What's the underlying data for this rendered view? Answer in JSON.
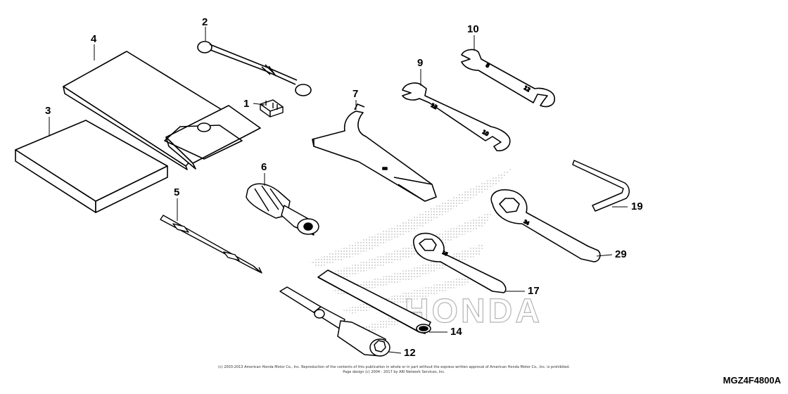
{
  "diagram": {
    "callouts": [
      {
        "id": "1",
        "label": "1"
      },
      {
        "id": "2",
        "label": "2"
      },
      {
        "id": "3",
        "label": "3"
      },
      {
        "id": "4",
        "label": "4"
      },
      {
        "id": "5",
        "label": "5"
      },
      {
        "id": "6",
        "label": "6"
      },
      {
        "id": "7",
        "label": "7"
      },
      {
        "id": "9",
        "label": "9"
      },
      {
        "id": "10",
        "label": "10"
      },
      {
        "id": "12",
        "label": "12"
      },
      {
        "id": "14",
        "label": "14"
      },
      {
        "id": "17",
        "label": "17"
      },
      {
        "id": "19",
        "label": "19"
      },
      {
        "id": "29",
        "label": "29"
      }
    ],
    "copyright_line1": "(c) 2003-2013 American Honda Motor Co., Inc. Reproduction of the contents of this publication in whole or in part without the express written approval of American Honda Motor Co., Inc. is prohibited.",
    "copyright_line2": "Page design (c) 2004 - 2017 by ARI Network Services, Inc.",
    "drawing_code": "MGZ4F4800A",
    "watermark_text": "HONDA",
    "wrench_markings": {
      "w9_a": "12",
      "w9_b": "10",
      "w10_a": "8",
      "w10_b": "12",
      "w17": "16",
      "w29": "24"
    },
    "colors": {
      "ink": "#000000",
      "paper": "#ffffff",
      "watermark": "#9a9a9a"
    }
  }
}
